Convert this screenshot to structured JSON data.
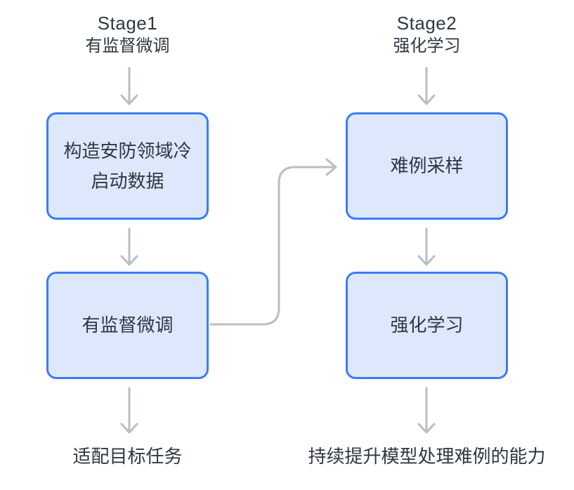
{
  "colors": {
    "box_border": "#3D7BF5",
    "box_fill": "#DEE8FC",
    "arrow": "#B9BDC3",
    "text": "#2E3742"
  },
  "stages": [
    {
      "title": "Stage1",
      "subtitle": "有监督微调",
      "boxes": [
        {
          "label": "构造安防领域冷启动数据"
        },
        {
          "label": "有监督微调"
        }
      ],
      "outcome": "适配目标任务"
    },
    {
      "title": "Stage2",
      "subtitle": "强化学习",
      "boxes": [
        {
          "label": "难例采样"
        },
        {
          "label": "强化学习"
        }
      ],
      "outcome": "持续提升模型处理难例的能力"
    }
  ]
}
